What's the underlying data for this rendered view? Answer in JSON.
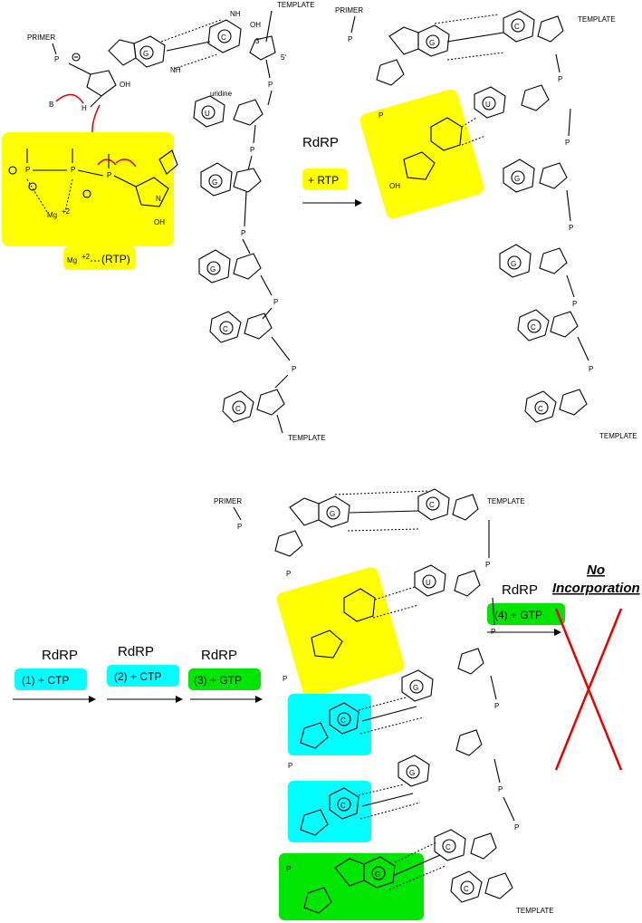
{
  "colors": {
    "rtp_box": "#ffff00",
    "ctp_box": "#00ffff",
    "gtp_box": "#00e600",
    "arrow_red": "#e00000",
    "cross": "#e80000"
  },
  "labels": {
    "primer": "PRIMER",
    "template": "TEMPLATE",
    "three_prime": "3'",
    "five_prime": "5'",
    "uridine": "uridine",
    "base_g": "G",
    "base_u": "U",
    "base_c": "C",
    "oh": "OH",
    "nh": "NH",
    "nh2": "NH",
    "h2n": "H",
    "h": "H",
    "o": "O",
    "n": "N",
    "p": "P",
    "b": "B",
    "mg": "Mg",
    "mg_charge": "+2",
    "cn": "N"
  },
  "legend": {
    "mg": "Mg",
    "mg_charge": "+2",
    "rtp": "(RTP)"
  },
  "steps": {
    "rdrp": "RdRP",
    "add_rtp": "+ RTP",
    "ctp1": "(1) + CTP",
    "ctp2": "(2) + CTP",
    "gtp3": "(3) + GTP",
    "gtp4": "(4) + GTP"
  },
  "outcome": {
    "line1": "No",
    "line2": "Incorporation"
  }
}
